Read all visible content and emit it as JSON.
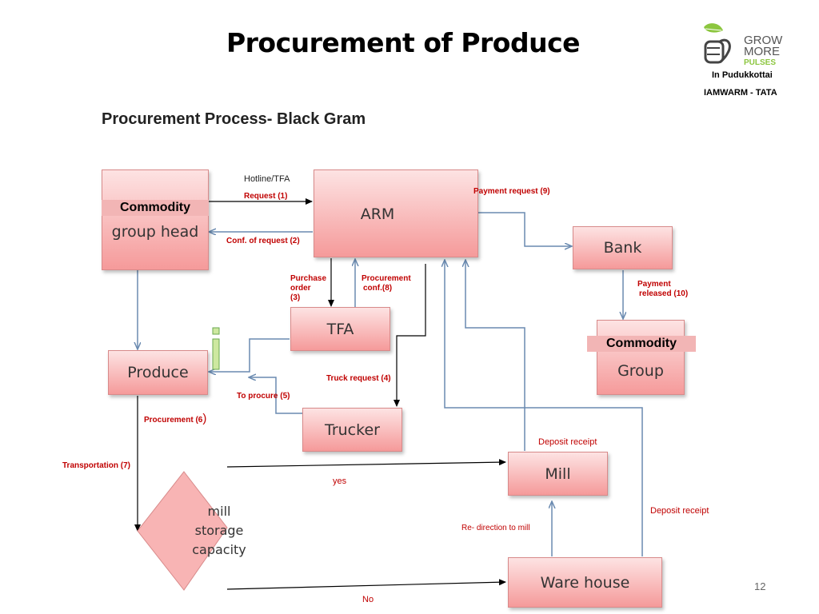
{
  "title": "Procurement of Produce",
  "subtitle": "Procurement Process- Black Gram",
  "logo": {
    "line1": "GROW",
    "line2": "MORE",
    "line3": "PULSES",
    "place": "In Pudukkottai",
    "brand": "IAMWARM - TATA"
  },
  "nodes": {
    "commodity_group_head": {
      "tag": "Commodity",
      "text": "group head"
    },
    "arm": "ARM",
    "bank": "Bank",
    "commodity_group": {
      "tag": "Commodity",
      "text": "Group"
    },
    "tfa": "TFA",
    "produce": "Produce",
    "trucker": "Trucker",
    "mill": "Mill",
    "warehouse": "Ware house",
    "decision": [
      "mill",
      "storage",
      "capacity"
    ]
  },
  "labels": {
    "hotline": "Hotline/TFA",
    "request": "Request (1)",
    "conf_request": "Conf. of request (2)",
    "payment_request": "Payment request (9)",
    "payment_released_1": "Payment",
    "payment_released_2": "released (10)",
    "purchase_order_1": "Purchase",
    "purchase_order_2": "order",
    "purchase_order_3": "(3)",
    "procurement_conf_1": "Procurement",
    "procurement_conf_2": "conf.(8)",
    "truck_request": "Truck request (4)",
    "to_procure": "To procure (5)",
    "procurement": "Procurement (6",
    "procurement_paren": ")",
    "transportation": "Transportation (7)",
    "yes": "yes",
    "no": "No",
    "deposit_receipt_mill": "Deposit receipt",
    "deposit_receipt_wh": "Deposit receipt",
    "redirection": "Re- direction to mill"
  },
  "page_number": "12",
  "colors": {
    "node_fill_top": "#fde3e3",
    "node_fill_bottom": "#f59a9a",
    "tag_fill": "#f2b5b5",
    "label_red": "#c00000",
    "arrow_blue": "#6a8ab0",
    "arrow_black": "#000000"
  }
}
